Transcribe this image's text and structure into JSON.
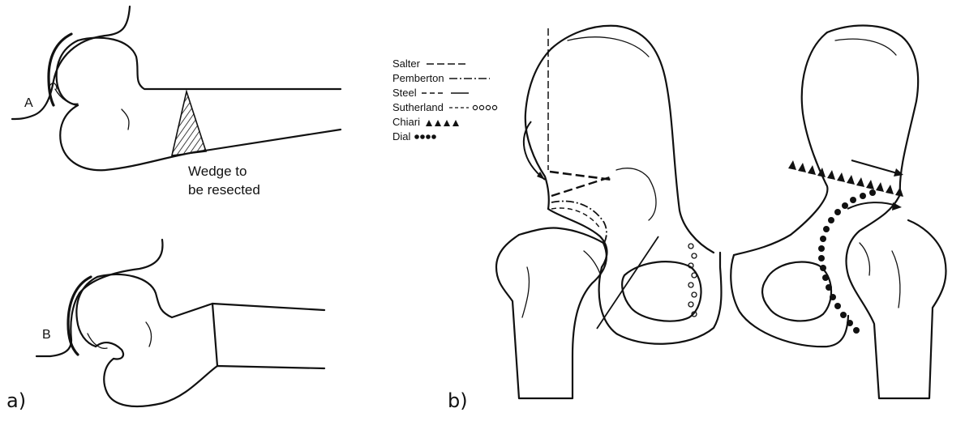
{
  "panel_a": {
    "label": "a)",
    "top_marker": "A",
    "bottom_marker": "B",
    "wedge_caption_line1": "Wedge to",
    "wedge_caption_line2": "be resected"
  },
  "panel_b": {
    "label": "b)",
    "legend": [
      {
        "name": "Salter",
        "style": "dash-long"
      },
      {
        "name": "Pemberton",
        "style": "dash-dot"
      },
      {
        "name": "Steel",
        "style": "dash-mixed"
      },
      {
        "name": "Sutherland",
        "style": "dash-circles"
      },
      {
        "name": "Chiari",
        "style": "triangles"
      },
      {
        "name": "Dial",
        "style": "dots"
      }
    ]
  },
  "colors": {
    "ink": "#111111",
    "background": "#ffffff"
  }
}
